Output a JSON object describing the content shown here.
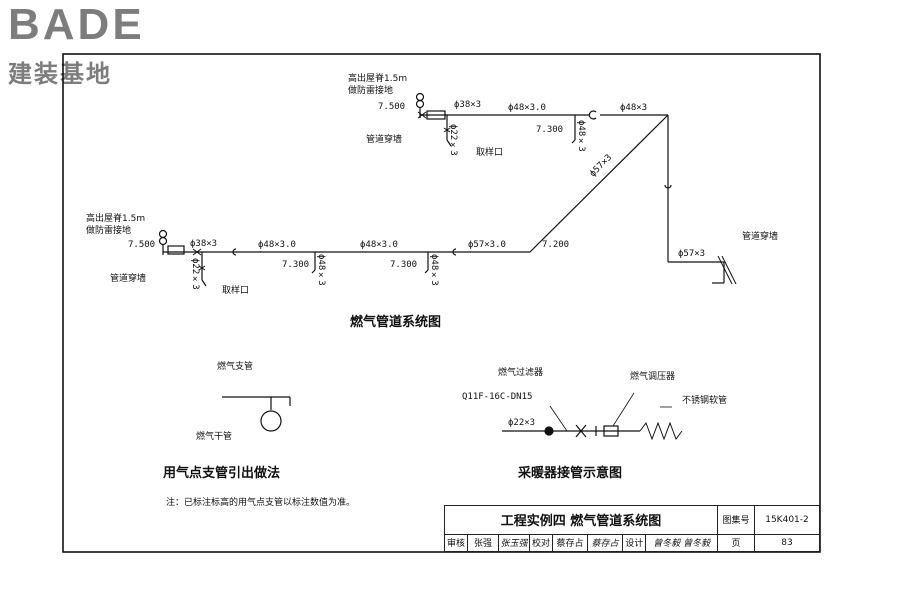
{
  "logo": {
    "text_en": "BADE",
    "text_zh": "建装基地"
  },
  "main_diagram": {
    "upper_branch": {
      "roof_note_1": "高出屋脊1.5m",
      "roof_note_2": "做防雷接地",
      "elev_riser": "7.500",
      "pipe_1": "ϕ38×3",
      "pipe_2": "ϕ48×3.0",
      "pipe_3": "ϕ48×3",
      "elev_drop": "7.300",
      "pipe_drop": "ϕ48×3",
      "pipe_sample": "ϕ22×3",
      "label_sample": "取样口",
      "label_wall": "管道穿墙"
    },
    "lower_branch": {
      "roof_note_1": "高出屋脊1.5m",
      "roof_note_2": "做防雷接地",
      "elev_riser": "7.500",
      "pipe_1": "ϕ38×3",
      "pipe_2": "ϕ48×3.0",
      "pipe_3": "ϕ48×3.0",
      "pipe_4": "ϕ57×3.0",
      "elev_1": "7.300",
      "elev_2": "7.300",
      "elev_3": "7.200",
      "pipe_drop_1": "ϕ48×3",
      "pipe_drop_2": "ϕ48×3",
      "pipe_sample": "ϕ22×3",
      "label_sample": "取样口",
      "label_wall": "管道穿墙"
    },
    "diagonal_pipe": "ϕ57×3",
    "right_riser_pipe": "ϕ57×3",
    "right_wall_label": "管道穿墙",
    "caption": "燃气管道系统图"
  },
  "branch_detail": {
    "label_branch": "燃气支管",
    "label_main": "燃气干管",
    "caption": "用气点支管引出做法"
  },
  "heater_detail": {
    "label_filter": "燃气过滤器",
    "label_valve": "Q11F-16C-DN15",
    "label_pipe": "ϕ22×3",
    "label_regulator": "燃气调压器",
    "label_hose": "不锈钢软管",
    "caption": "采暖器接管示意图"
  },
  "note": "注：已标注标高的用气点支管以标注数值为准。",
  "title_block": {
    "title": "工程实例四  燃气管道系统图",
    "atlas_label": "图集号",
    "atlas_no": "15K401-2",
    "review_label": "审核",
    "reviewer": "张强",
    "reviewer_sig": "张玉强",
    "check_label": "校对",
    "checker": "蔡存占",
    "checker_sig": "蔡存占",
    "design_label": "设计",
    "designer": "曾冬毅",
    "designer_sig": "曾冬毅",
    "page_label": "页",
    "page_no": "83"
  },
  "colors": {
    "line": "#111111",
    "logo": "#7d7d7d"
  }
}
